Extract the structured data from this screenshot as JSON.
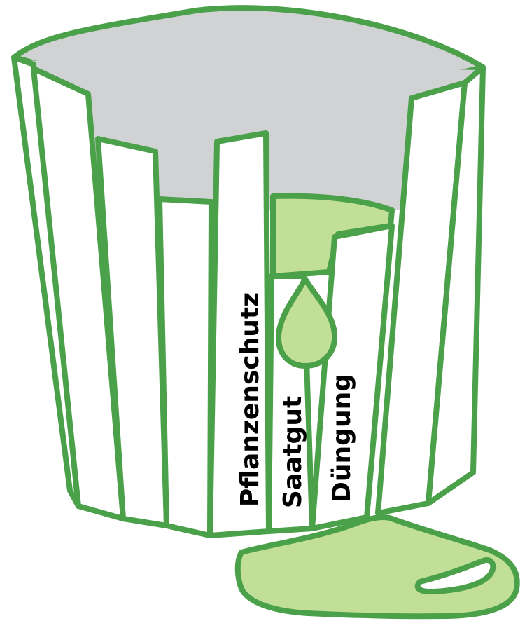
{
  "colors": {
    "stroke": "#4aa14a",
    "liquid": "#c1df96",
    "interior": "#d1d2d4",
    "stave": "#ffffff"
  },
  "labels": {
    "pflanzenschutz": "Pflanzenschutz",
    "saatgut": "Saatgut",
    "duengung": "Düngung"
  }
}
